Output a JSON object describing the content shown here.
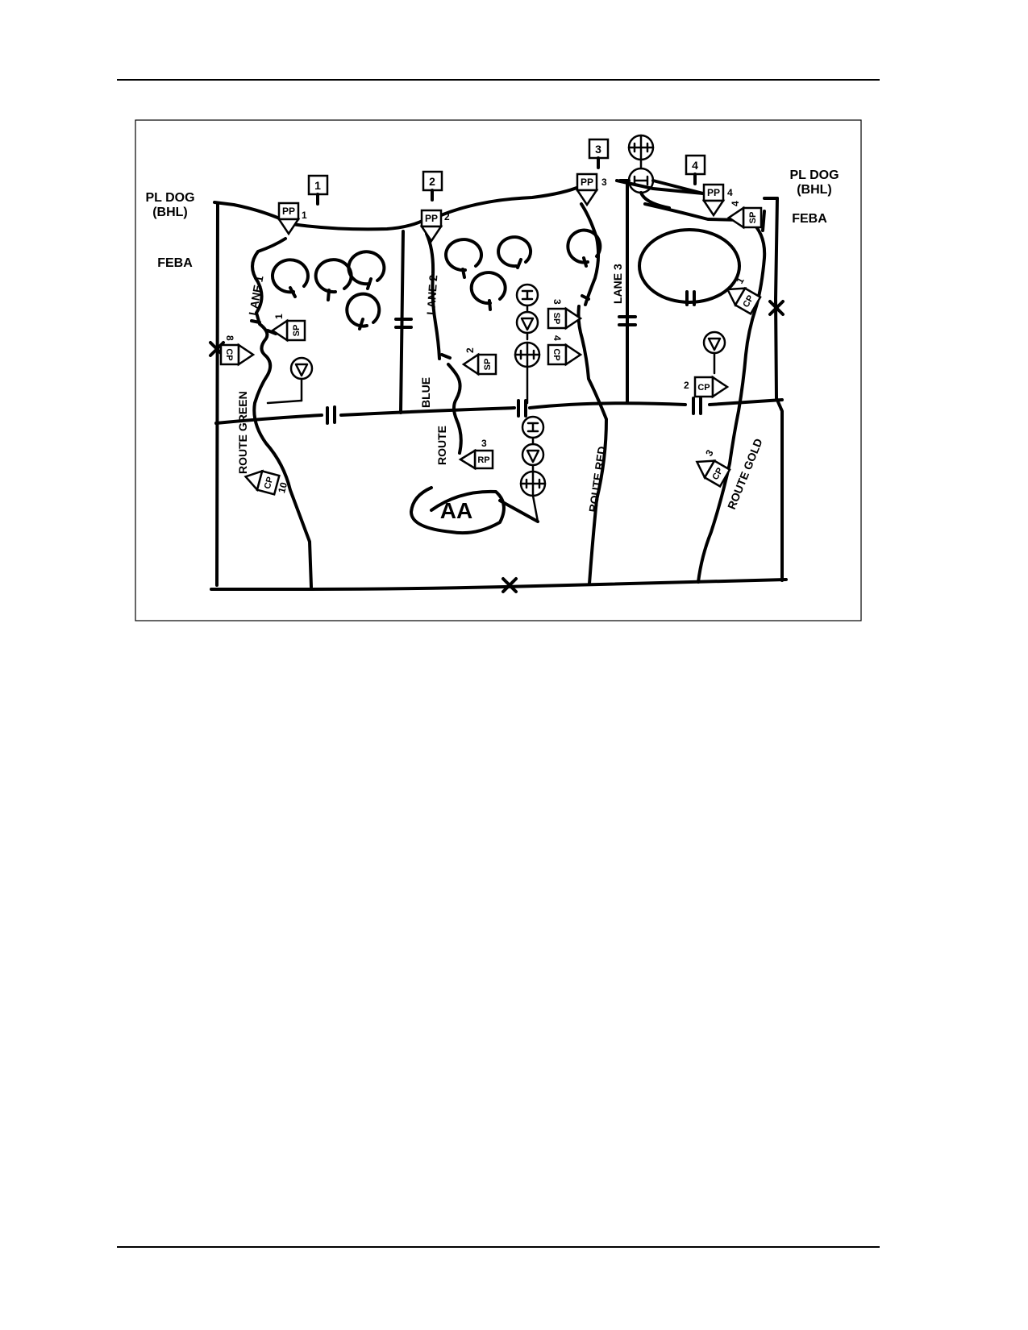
{
  "labels": {
    "pl_left": "PL DOG",
    "bhl_left": "(BHL)",
    "feba_left": "FEBA",
    "pl_right": "PL DOG",
    "bhl_right": "(BHL)",
    "feba_right": "FEBA",
    "lane1": "LANE 1",
    "lane2": "LANE 2",
    "lane3": "LANE 3",
    "route_green": "ROUTE GREEN",
    "route_blue_1": "BLUE",
    "route_blue_2": "ROUTE",
    "route_red": "ROUTE RED",
    "route_gold": "ROUTE GOLD",
    "aa": "AA"
  },
  "units": [
    "1",
    "2",
    "3",
    "4"
  ],
  "points": {
    "pp": "PP",
    "sp": "SP",
    "cp": "CP",
    "rp": "RP",
    "pp1_num": "1",
    "pp2_num": "2",
    "pp3_num": "3",
    "pp4_num": "4",
    "sp1_num": "1",
    "sp2_num": "2",
    "sp3_num": "3",
    "sp4_num": "4",
    "cp1_num": "1",
    "cp2_num": "2",
    "cp3_num": "3",
    "cp4_num": "4",
    "cp8_num": "8",
    "cp10_num": "10",
    "rp3_num": "3"
  },
  "icons": [
    "unit-box",
    "point-flag",
    "obstacle-ditch",
    "x-mark",
    "circle-symbol"
  ]
}
